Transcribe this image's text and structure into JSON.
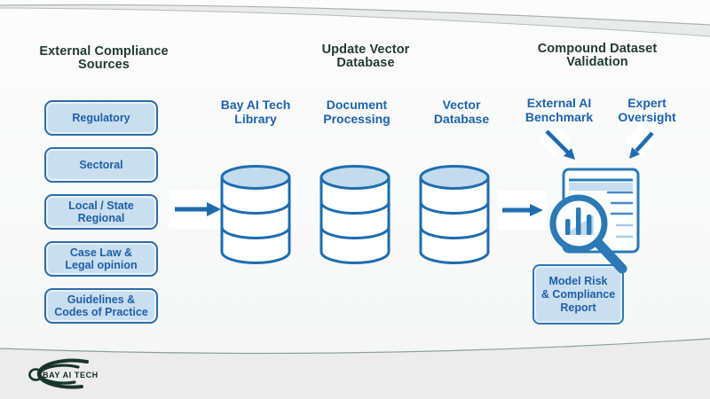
{
  "headings": [
    {
      "lines": [
        "External Compliance",
        "Sources"
      ]
    },
    {
      "lines": [
        "Update Vector",
        "Database"
      ]
    },
    {
      "lines": [
        "Compound Dataset",
        "Validation"
      ]
    }
  ],
  "source_boxes": [
    {
      "lines": [
        "Regulatory"
      ]
    },
    {
      "lines": [
        "Sectoral"
      ]
    },
    {
      "lines": [
        "Local / State",
        "Regional"
      ]
    },
    {
      "lines": [
        "Case Law &",
        "Legal opinion"
      ]
    },
    {
      "lines": [
        "Guidelines &",
        "Codes of Practice"
      ]
    }
  ],
  "databases": [
    {
      "lines": [
        "Bay AI Tech",
        "Library"
      ]
    },
    {
      "lines": [
        "Document",
        "Processing"
      ]
    },
    {
      "lines": [
        "Vector",
        "Database"
      ]
    }
  ],
  "validation": {
    "benchmark": {
      "lines": [
        "External AI",
        "Benchmark"
      ]
    },
    "oversight": {
      "lines": [
        "Expert",
        "Oversight"
      ]
    },
    "report": {
      "lines": [
        "Model Risk",
        "& Compliance",
        "Report"
      ]
    }
  },
  "logo": {
    "text": "BAY AI TECH"
  },
  "icons": {
    "database": "cylinder-shape",
    "arrow_right": "solid right arrow",
    "arrow_diagonal": "solid diagonal arrow",
    "magnifier_report": "document with magnifying glass over bar chart",
    "logo_swoosh": "concentric elliptical swoosh arcs"
  },
  "colors": {
    "accent_blue": "#1e6cb0",
    "label_blue": "#1b63ad",
    "box_text_blue": "#1d5fa8",
    "box_fill": "#c9dff0",
    "box_border": "#2e6da6",
    "heading_dark": "#223b34",
    "cylinder_top_fill": "#c2dcee",
    "background": "#f8f9f8",
    "band_gray": "#e9ebea",
    "footer_gray": "#ececec",
    "logo_green": "#17352d"
  }
}
